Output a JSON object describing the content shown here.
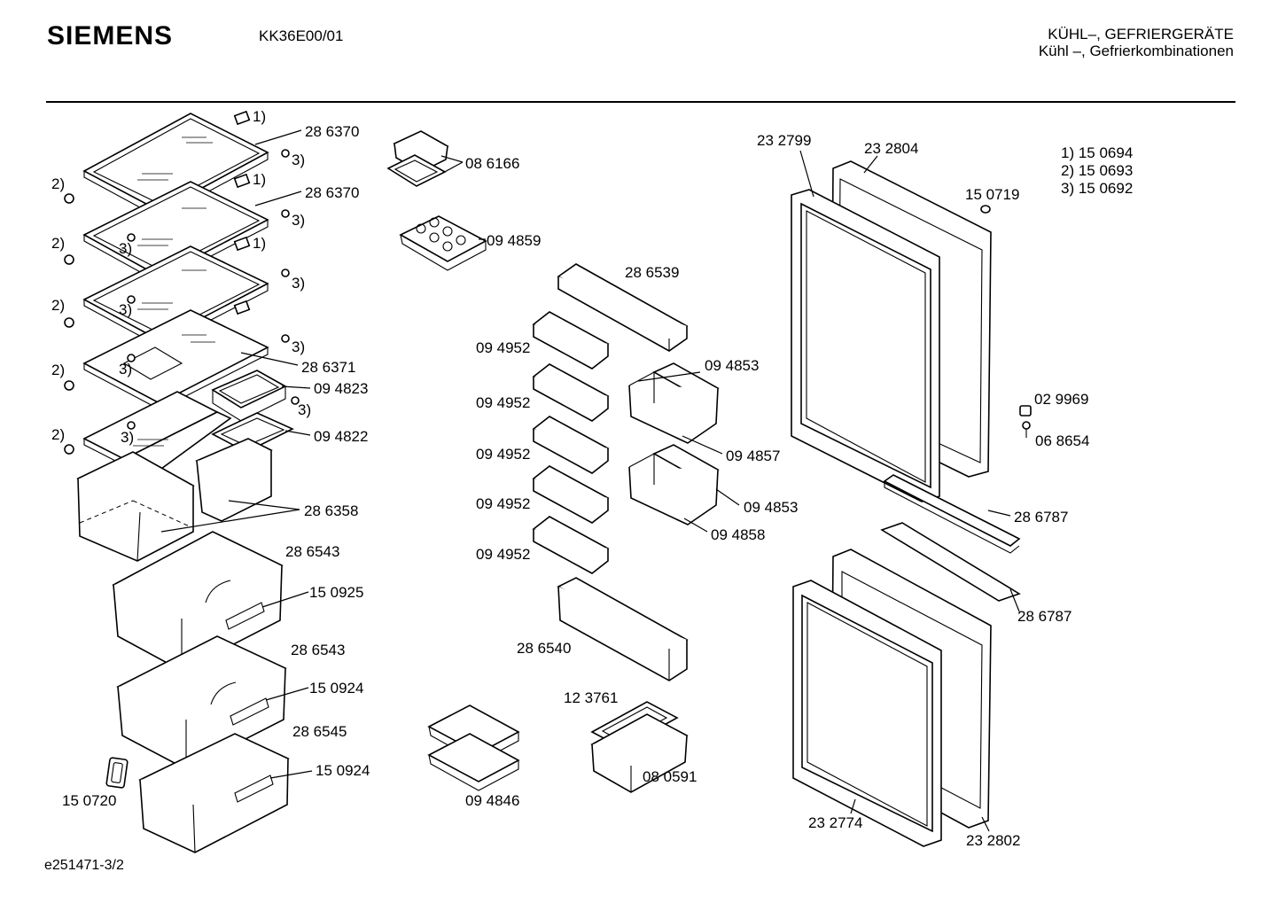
{
  "header": {
    "brand": "SIEMENS",
    "model": "KK36E00/01",
    "category_line1": "KÜHL–, GEFRIERGERÄTE",
    "category_line2": "Kühl –, Gefrierkombinationen"
  },
  "footnotes": [
    "1) 15 0694",
    "2) 15 0693",
    "3) 15 0692"
  ],
  "footer": {
    "drawing_id": "e251471-3/2"
  },
  "labels": {
    "shelf_1": "28 6370",
    "shelf_2": "28 6370",
    "shelf_4": "28 6371",
    "dish": "08 6166",
    "egg_tray": "09 4859",
    "bottle_rack": "28 6539",
    "door_shelf_1": "09 4952",
    "door_shelf_2": "09 4952",
    "door_shelf_3": "09 4952",
    "door_shelf_4": "09 4952",
    "door_shelf_5": "09 4952",
    "cover_1": "09 4823",
    "cover_2": "09 4822",
    "crisper_box": "28 6358",
    "drawer_1": "28 6543",
    "handle_1": "15 0925",
    "drawer_2": "28 6543",
    "handle_2": "15 0924",
    "drawer_3": "28 6545",
    "handle_3": "15 0924",
    "clip": "15 0720",
    "cold_pack": "09 4846",
    "ice_tray": "12 3761",
    "ice_box": "08 0591",
    "lower_bottle_rack": "28 6540",
    "shelf_a_1": "09 4853",
    "shelf_a_2": "09 4857",
    "shelf_b_1": "09 4853",
    "shelf_b_2": "09 4858",
    "upper_gasket": "23 2799",
    "upper_door": "23 2804",
    "door_stop": "15 0719",
    "cap": "02 9969",
    "screw": "06 8654",
    "hinge_cover_1": "28 6787",
    "hinge_cover_2": "28 6787",
    "lower_gasket": "23 2774",
    "lower_door": "23 2802"
  },
  "markers": {
    "one": "1)",
    "two": "2)",
    "three": "3)"
  }
}
